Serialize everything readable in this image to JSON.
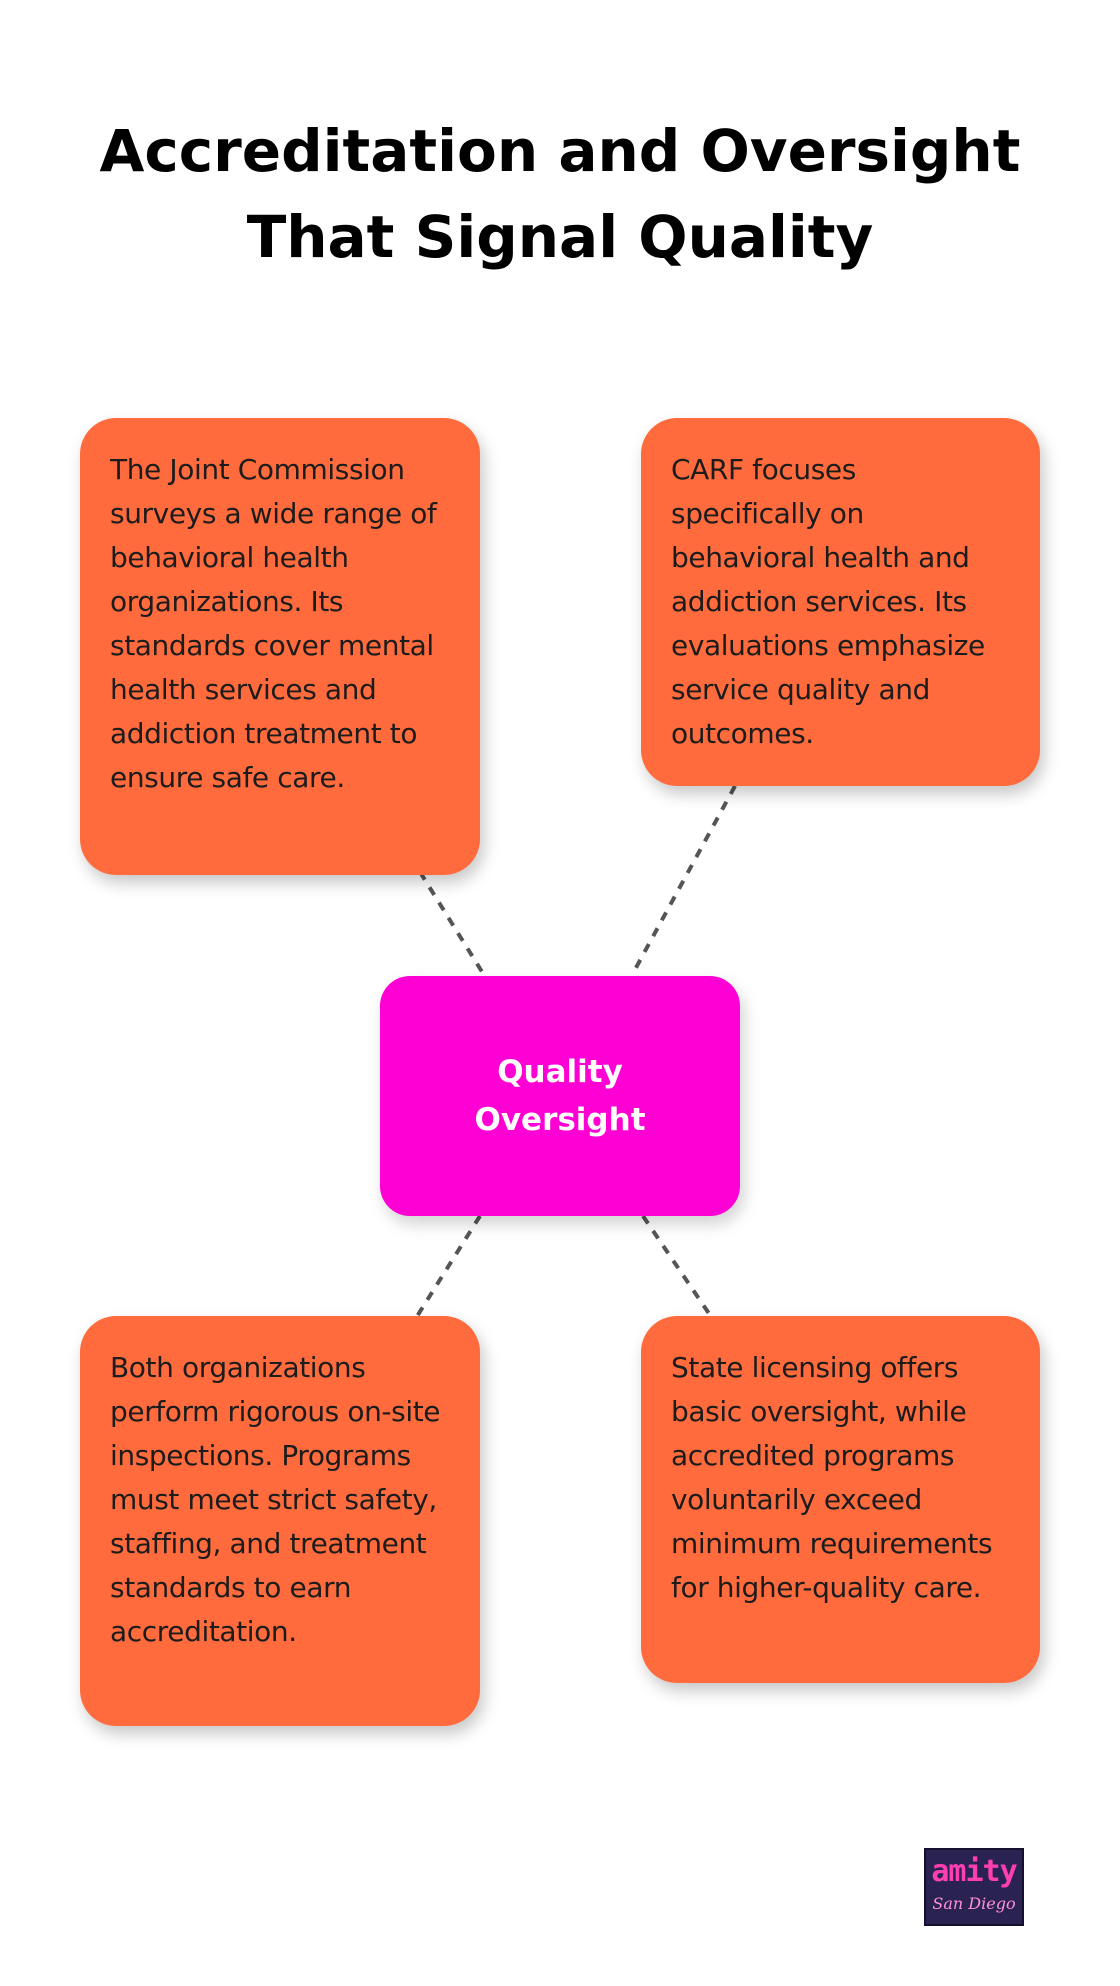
{
  "title": "Accreditation and Oversight That Signal Quality",
  "center_node": {
    "label": "Quality Oversight",
    "color": "#ff00d4"
  },
  "cards": [
    {
      "text": "The Joint Commission surveys a wide range of behavioral health organizations. Its standards cover mental health services and addiction treatment to ensure safe care."
    },
    {
      "text": "CARF focuses specifically on behavioral health and addiction services. Its evaluations emphasize service quality and outcomes."
    },
    {
      "text": "Both organizations perform rigorous on-site inspections. Programs must meet strict safety, staffing, and treatment standards to earn accreditation."
    },
    {
      "text": "State licensing offers basic oversight, while accredited programs voluntarily exceed minimum requirements for higher-quality care."
    }
  ],
  "card_color": "#ff6b3d",
  "logo": {
    "text": "amity",
    "subtext": "San Diego"
  }
}
